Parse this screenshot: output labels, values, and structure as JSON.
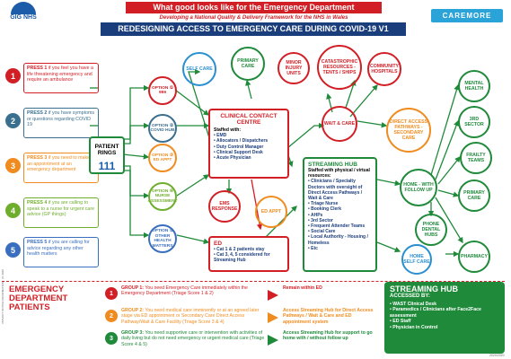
{
  "header": {
    "logo_text": "GIG NHS",
    "title": "What good looks like for the Emergency Department",
    "subtitle": "Developing a National Quality & Delivery Framework for the NHS in Wales",
    "banner": "REDESIGNING ACCESS TO EMERGENCY CARE DURING COVID-19 V1",
    "partner": "CAREMORE"
  },
  "press": [
    {
      "n": "1",
      "bold": "PRESS 1",
      "text": " if you feel you have a life threatening emergency and require an ambulance",
      "color": "#d21f26"
    },
    {
      "n": "2",
      "bold": "PRESS 2",
      "text": " if you have symptoms or questions regarding COVID 19",
      "color": "#3a6f8f"
    },
    {
      "n": "3",
      "bold": "PRESS 3",
      "text": " if you need to make an appointment at an emergency department",
      "color": "#f08c1f"
    },
    {
      "n": "4",
      "bold": "PRESS 4",
      "text": " if you are calling to speak to a nurse for urgent care advice (GP things)",
      "color": "#6fae2d"
    },
    {
      "n": "5",
      "bold": "PRESS 5",
      "text": " if you are calling for advice regarding any other health matters",
      "color": "#3a6fbf"
    }
  ],
  "options": [
    {
      "label": "OPTION ①\n999"
    },
    {
      "label": "OPTION ②\nCOVID HUB"
    },
    {
      "label": "OPTION ③\nED APPT"
    },
    {
      "label": "OPTION ④\nNURSE\nASSESSMENT"
    },
    {
      "label": "OPTION ⑤\nOTHER\nHEALTH\nMATTERS"
    }
  ],
  "patient_rings": {
    "label": "PATIENT RINGS",
    "number": "111"
  },
  "top_circles": {
    "self_care": "SELF CARE",
    "primary_care": "PRIMARY CARE",
    "minor_injury": "MINOR INJURY UNITS",
    "catastrophic": "CATASTROPHIC RESOURCES - TENTS / SHIPS",
    "community": "COMMUNITY HOSPITALS",
    "wait_care": "WAIT & CARE",
    "direct_access": "DIRECT ACCESS PATHWAYS - SECONDARY CARE",
    "ems": "EMS RESPONSE",
    "ed_appt": "ED APPT",
    "home_follow": "HOME - WITH FOLLOW UP",
    "phone_dental": "PHONE DENTAL HUBS",
    "home_self": "HOME SELF CARE"
  },
  "right_circles": [
    "MENTAL HEALTH",
    "3RD SECTOR",
    "FRAILTY TEAMS",
    "PRIMARY CARE",
    "PHARMACY"
  ],
  "ccc": {
    "title": "CLINICAL CONTACT CENTRE",
    "staffed": "Staffed with:",
    "items": [
      "EMD",
      "Allocators / Dispatchers",
      "Duty Control Manager",
      "Clinical Support Desk",
      "Acute Physician"
    ]
  },
  "streaming_hub": {
    "title": "STREAMING HUB",
    "staffed": "Staffed with physical / virtual resources:",
    "items": [
      "Clinicians / Specialty Doctors with oversight of Direct Access Pathways / Wait & Care",
      "Triage Nurse",
      "Booking Clerk",
      "AHPs",
      "3rd Sector",
      "Frequent Attender Teams",
      "Social Care",
      "Local Authority - Housing / Homeless",
      "Etc"
    ]
  },
  "ed_box": {
    "title": "ED",
    "items": [
      "Cat 1 & 2 patients stay",
      "Cat 3, 4, 5 considered for Streaming Hub"
    ]
  },
  "legend": {
    "title": "EMERGENCY DEPARTMENT PATIENTS",
    "groups": [
      {
        "n": "1",
        "bold": "GROUP 1:",
        "text": " You need Emergency Care immediately within the Emergency Department (Triage Score 1 & 2)",
        "outcome": "Remain within ED",
        "color": "#d21f26"
      },
      {
        "n": "2",
        "bold": "GROUP 2:",
        "text": " You need medical care imminently or at an agreed later stage via ED appointment or Secondary Care Direct Access Pathway/Wait & Care Facility (Triage Score 3 & 4)",
        "outcome": "Access Streaming Hub for Direct Access Pathways / Wait & Care and ED appointment system",
        "color": "#f08c1f"
      },
      {
        "n": "3",
        "bold": "GROUP 3:",
        "text": " You need supportive care or intervention with activities of daily living but do not need emergency or urgent medical care (Triage Score 4 & 5)",
        "outcome": "Access Streaming Hub for support to go home with / without follow up",
        "color": "#1f8a3a"
      }
    ]
  },
  "sh_access": {
    "title": "STREAMING HUB",
    "sub": "ACCESSED BY:",
    "items": [
      "WAST Clinical Desk",
      "Paramedics / Clinicians after Face2Face assessment",
      "ED Staff",
      "Physician in Control"
    ]
  },
  "footer_date": "2020/2020",
  "side_note": "PRIVACY NOTICE INFORMATION · V1 2020"
}
